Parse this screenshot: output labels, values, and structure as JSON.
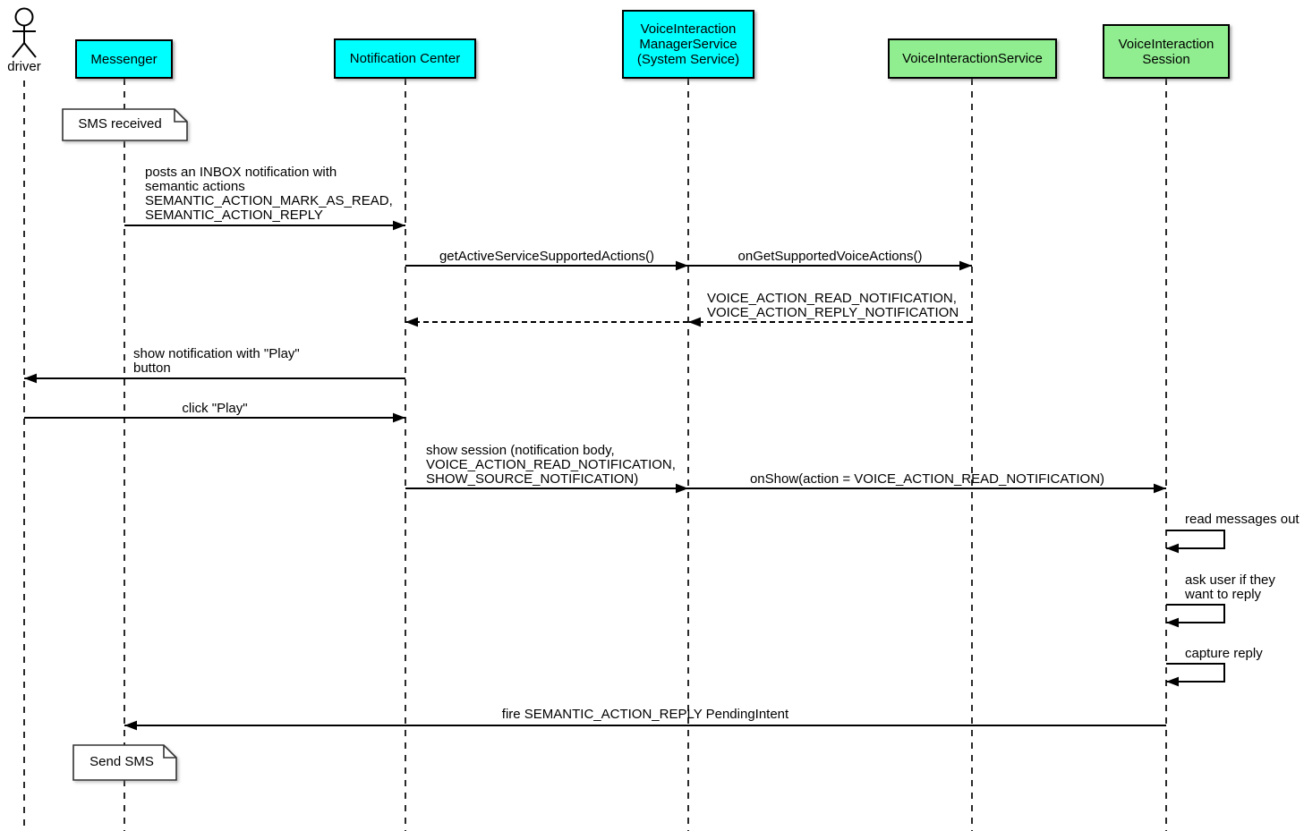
{
  "diagram": {
    "type": "uml-sequence-diagram",
    "colors": {
      "participant_cyan": "#00FFFF",
      "participant_green": "#90EE90",
      "note_background": "#FFFFFF",
      "line_color": "#000000"
    },
    "participants": [
      {
        "id": "driver",
        "kind": "actor",
        "label": "driver"
      },
      {
        "id": "messenger",
        "kind": "box",
        "color": "#00FFFF",
        "label": "Messenger"
      },
      {
        "id": "notification-center",
        "kind": "box",
        "color": "#00FFFF",
        "label": "Notification Center"
      },
      {
        "id": "voice-interaction-manager-service",
        "kind": "box",
        "color": "#00FFFF",
        "label": "VoiceInteraction\nManagerService\n(System Service)"
      },
      {
        "id": "voice-interaction-service",
        "kind": "box",
        "color": "#90EE90",
        "label": "VoiceInteractionService"
      },
      {
        "id": "voice-interaction-session",
        "kind": "box",
        "color": "#90EE90",
        "label": "VoiceInteraction\nSession"
      }
    ],
    "notes": [
      {
        "id": "note-sms-received",
        "on": "messenger",
        "label": "SMS received"
      },
      {
        "id": "note-send-sms",
        "on": "messenger",
        "label": "Send SMS"
      }
    ],
    "messages": [
      {
        "from": "messenger",
        "to": "notification-center",
        "style": "solid",
        "label": "posts an INBOX notification with\nsemantic actions\nSEMANTIC_ACTION_MARK_AS_READ,\nSEMANTIC_ACTION_REPLY"
      },
      {
        "from": "notification-center",
        "to": "voice-interaction-manager-service",
        "style": "solid",
        "label": "getActiveServiceSupportedActions()"
      },
      {
        "from": "voice-interaction-manager-service",
        "to": "voice-interaction-service",
        "style": "solid",
        "label": "onGetSupportedVoiceActions()"
      },
      {
        "from": "voice-interaction-service",
        "to": "notification-center",
        "style": "dashed-return",
        "label": "VOICE_ACTION_READ_NOTIFICATION,\nVOICE_ACTION_REPLY_NOTIFICATION"
      },
      {
        "from": "notification-center",
        "to": "driver",
        "style": "solid",
        "label": "show notification with \"Play\"\nbutton"
      },
      {
        "from": "driver",
        "to": "notification-center",
        "style": "solid",
        "label": "click \"Play\""
      },
      {
        "from": "notification-center",
        "to": "voice-interaction-manager-service",
        "style": "solid",
        "label": "show session (notification body,\nVOICE_ACTION_READ_NOTIFICATION,\nSHOW_SOURCE_NOTIFICATION)"
      },
      {
        "from": "voice-interaction-manager-service",
        "to": "voice-interaction-session",
        "style": "solid",
        "label": "onShow(action = VOICE_ACTION_READ_NOTIFICATION)"
      },
      {
        "from": "voice-interaction-session",
        "to": "voice-interaction-session",
        "style": "self",
        "label": "read messages out"
      },
      {
        "from": "voice-interaction-session",
        "to": "voice-interaction-session",
        "style": "self",
        "label": "ask user if they\nwant to reply"
      },
      {
        "from": "voice-interaction-session",
        "to": "voice-interaction-session",
        "style": "self",
        "label": "capture reply"
      },
      {
        "from": "voice-interaction-session",
        "to": "messenger",
        "style": "solid",
        "label": "fire SEMANTIC_ACTION_REPLY PendingIntent"
      }
    ]
  }
}
